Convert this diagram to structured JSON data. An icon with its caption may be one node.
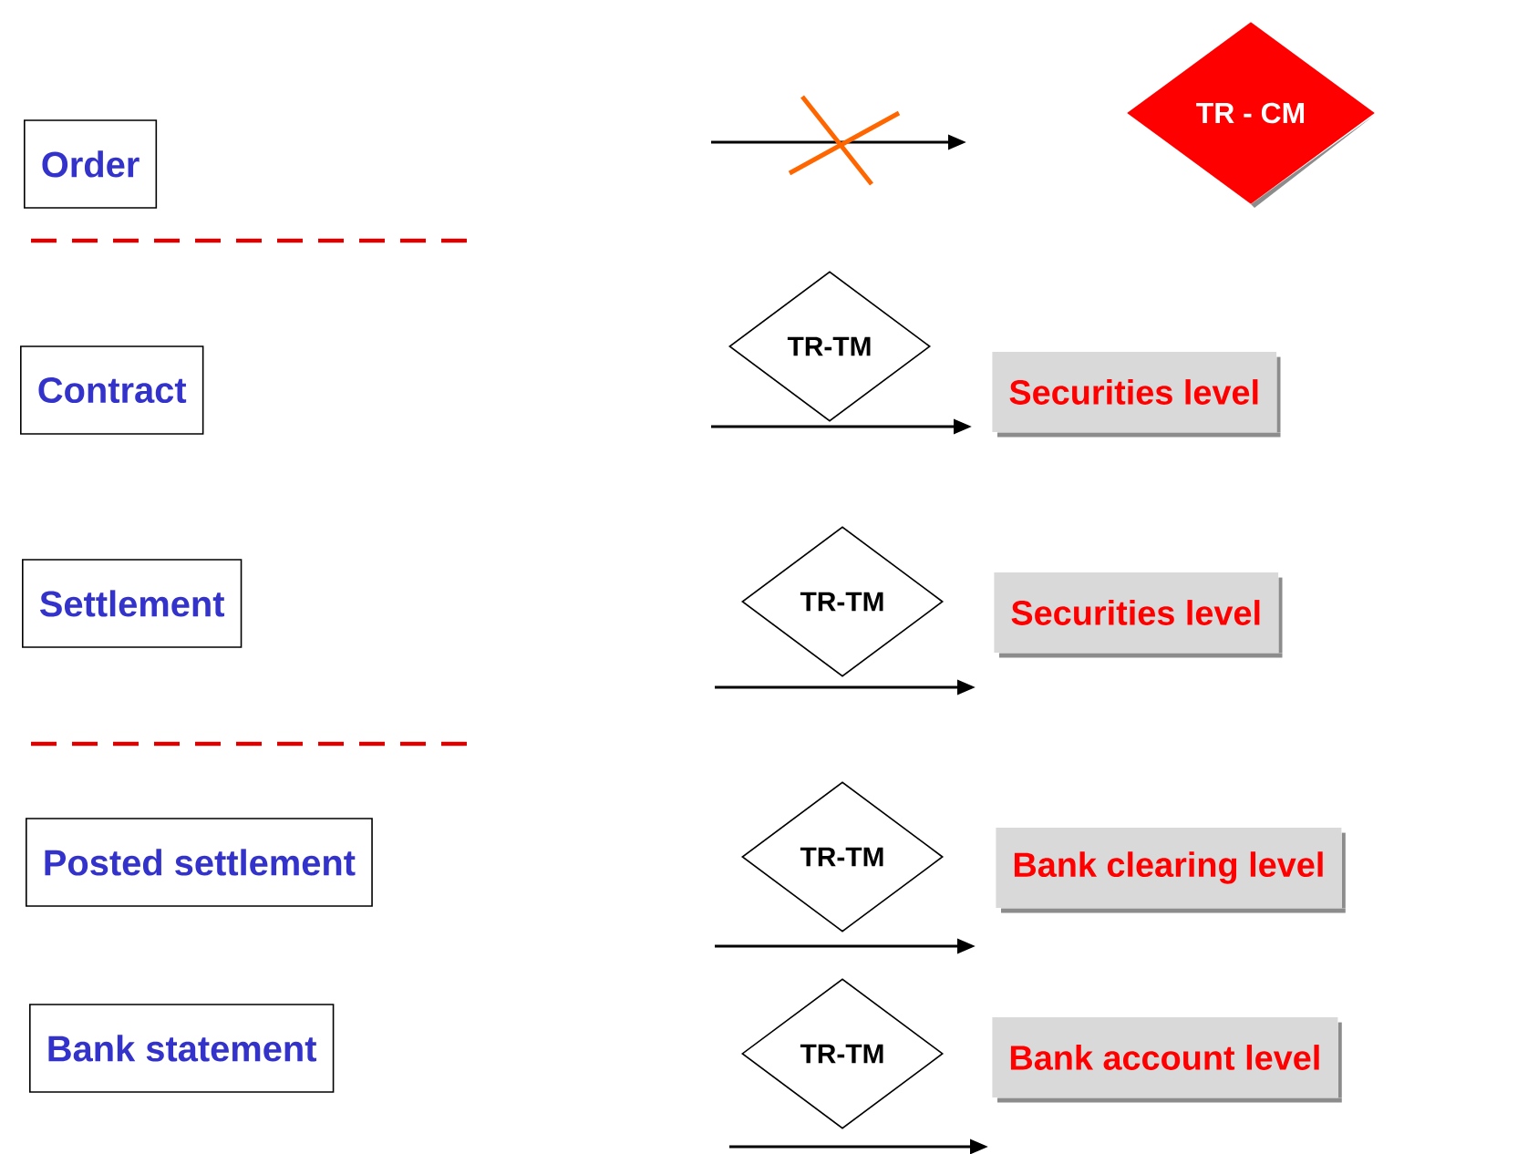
{
  "diagram": {
    "nodes": [
      {
        "text": [
          "Order"
        ]
      },
      {
        "text": [
          "TR - CM"
        ]
      },
      {
        "text": [
          "Contract"
        ]
      },
      {
        "text": [
          "TR-TM"
        ]
      },
      {
        "text": [
          "Securities level"
        ]
      },
      {
        "text": [
          "Settlement"
        ]
      },
      {
        "text": [
          "TR-TM"
        ]
      },
      {
        "text": [
          "Securities level"
        ]
      },
      {
        "text": [
          "Posted settlement"
        ]
      },
      {
        "text": [
          "TR-TM"
        ]
      },
      {
        "text": [
          "Bank clearing level"
        ]
      },
      {
        "text": [
          "Bank statement"
        ]
      },
      {
        "text": [
          "TR-TM"
        ]
      },
      {
        "text": [
          "Bank account level"
        ]
      }
    ]
  }
}
